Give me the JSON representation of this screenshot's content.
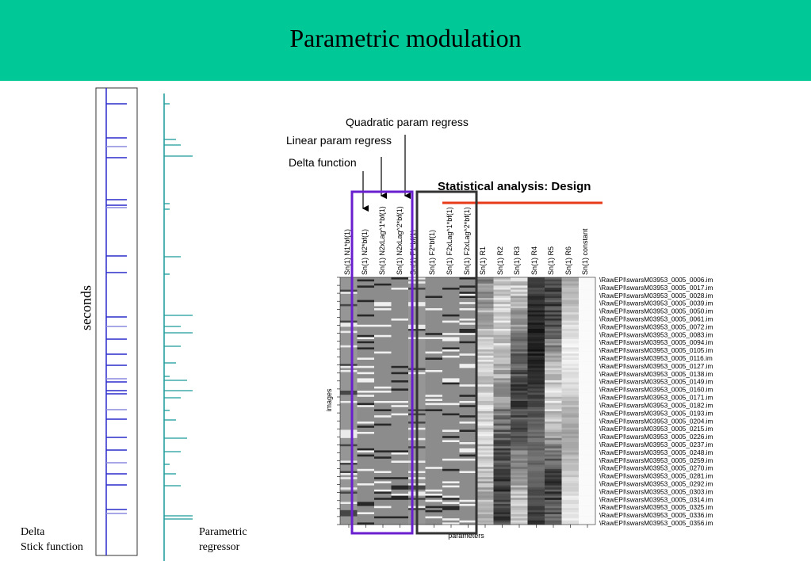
{
  "slide": {
    "title": "Parametric modulation",
    "seconds_label": "seconds",
    "delta_label_line1": "Delta",
    "delta_label_line2": "Stick function",
    "param_label_line1": "Parametric",
    "param_label_line2": "regressor"
  },
  "annotations": {
    "quadratic": "Quadratic param regress",
    "linear": "Linear param regress",
    "delta": "Delta function"
  },
  "design": {
    "title": "Statistical analysis: Design",
    "ylabel": "images",
    "xlabel": "parameters",
    "column_labels": [
      "Sn(1) N1*bf(1)",
      "Sn(1) N2*bf(1)",
      "Sn(1) N2xLag^1*bf(1)",
      "Sn(1) N2xLag^2*bf(1)",
      "Sn(1) F1*bf(1)",
      "Sn(1) F2*bf(1)",
      "Sn(1) F2xLag^1*bf(1)",
      "Sn(1) F2xLag^2*bf(1)",
      "Sn(1) R1",
      "Sn(1) R2",
      "Sn(1) R3",
      "Sn(1) R4",
      "Sn(1) R5",
      "Sn(1) R6",
      "Sn(1) constant"
    ],
    "row_labels": [
      "\\RawEPI\\swarsM03953_0005_0006.im",
      "\\RawEPI\\swarsM03953_0005_0017.im",
      "\\RawEPI\\swarsM03953_0005_0028.im",
      "\\RawEPI\\swarsM03953_0005_0039.im",
      "\\RawEPI\\swarsM03953_0005_0050.im",
      "\\RawEPI\\swarsM03953_0005_0061.im",
      "\\RawEPI\\swarsM03953_0005_0072.im",
      "\\RawEPI\\swarsM03953_0005_0083.im",
      "\\RawEPI\\swarsM03953_0005_0094.im",
      "\\RawEPI\\swarsM03953_0005_0105.im",
      "\\RawEPI\\swarsM03953_0005_0116.im",
      "\\RawEPI\\swarsM03953_0005_0127.im",
      "\\RawEPI\\swarsM03953_0005_0138.im",
      "\\RawEPI\\swarsM03953_0005_0149.im",
      "\\RawEPI\\swarsM03953_0005_0160.im",
      "\\RawEPI\\swarsM03953_0005_0171.im",
      "\\RawEPI\\swarsM03953_0005_0182.im",
      "\\RawEPI\\swarsM03953_0005_0193.im",
      "\\RawEPI\\swarsM03953_0005_0204.im",
      "\\RawEPI\\swarsM03953_0005_0215.im",
      "\\RawEPI\\swarsM03953_0005_0226.im",
      "\\RawEPI\\swarsM03953_0005_0237.im",
      "\\RawEPI\\swarsM03953_0005_0248.im",
      "\\RawEPI\\swarsM03953_0005_0259.im",
      "\\RawEPI\\swarsM03953_0005_0270.im",
      "\\RawEPI\\swarsM03953_0005_0281.im",
      "\\RawEPI\\swarsM03953_0005_0292.im",
      "\\RawEPI\\swarsM03953_0005_0303.im",
      "\\RawEPI\\swarsM03953_0005_0314.im",
      "\\RawEPI\\swarsM03953_0005_0325.im",
      "\\RawEPI\\swarsM03953_0005_0336.im",
      "\\RawEPI\\swarsM03953_0005_0356.im"
    ]
  },
  "colors": {
    "banner": "#00c896",
    "stick": "#2a2acc",
    "regressor": "#1a9a9a",
    "purple_box": "#6a1fcf",
    "black_box": "#333333",
    "red_line": "#e83a1a"
  }
}
